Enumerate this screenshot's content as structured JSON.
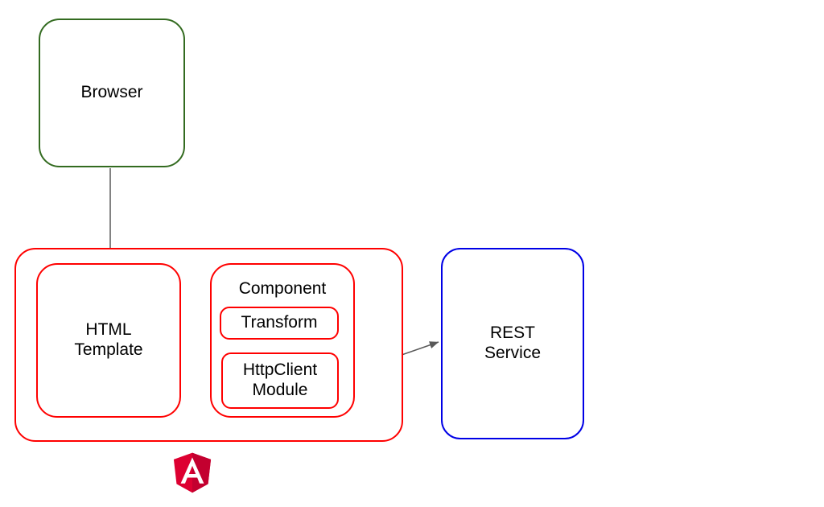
{
  "diagram": {
    "title": "Angular HttpClient architecture diagram",
    "type": "block-diagram",
    "background": "#ffffff",
    "colors": {
      "browser_border": "#336B20",
      "angular_border": "#FF0000",
      "rest_border": "#0000E6",
      "arrow": "#595959",
      "angular_logo_red": "#DD0031",
      "angular_logo_red_dark": "#C3002F",
      "text": "#000000"
    }
  },
  "nodes": {
    "browser": {
      "label": "Browser"
    },
    "angular_shell": {
      "label": ""
    },
    "html_template": {
      "line1": "HTML",
      "line2": "Template"
    },
    "component": {
      "title": "Component"
    },
    "transform": {
      "label": "Transform"
    },
    "httpclient": {
      "line1": "HttpClient",
      "line2": "Module"
    },
    "rest_service": {
      "line1": "REST",
      "line2": "Service"
    }
  },
  "logo": {
    "name": "angular-logo",
    "letter": "A"
  },
  "connectors": [
    {
      "name": "browser-to-angular",
      "from": "browser",
      "to": "angular_shell",
      "label": ""
    },
    {
      "name": "template-to-component",
      "from": "html_template",
      "to": "component",
      "label": ""
    },
    {
      "name": "httpclient-to-rest",
      "from": "httpclient",
      "to": "rest_service",
      "label": ""
    }
  ]
}
